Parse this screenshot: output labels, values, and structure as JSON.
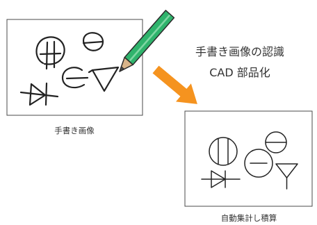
{
  "heading": {
    "line1": "手書き画像の認識",
    "line2": "CAD 部品化"
  },
  "labels": {
    "handwritten": "手書き画像",
    "automatic": "自動集計し積算"
  },
  "colors": {
    "pencil_body": "#2fb36c",
    "pencil_wood": "#d8b489",
    "arrow": "#f5931f",
    "frame": "#4a4a4a"
  }
}
